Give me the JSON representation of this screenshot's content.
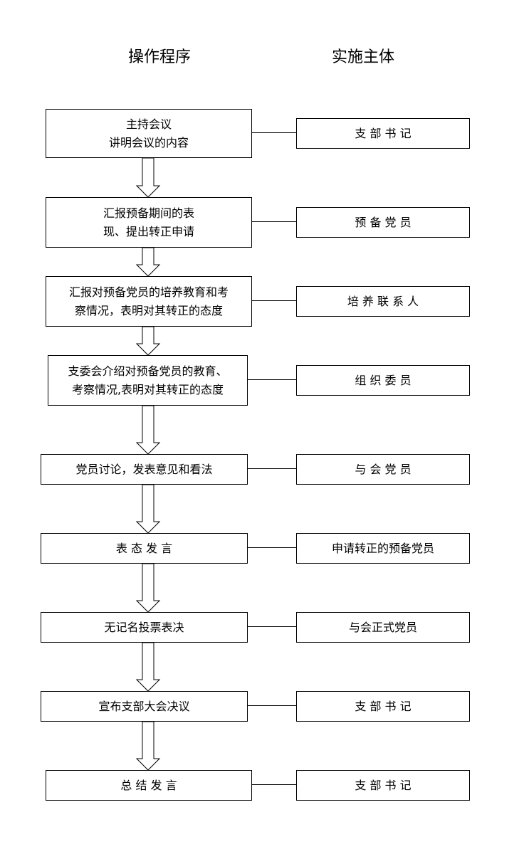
{
  "headings": {
    "procedure": "操作程序",
    "executor": "实施主体"
  },
  "steps": [
    {
      "lines": [
        "主持会议",
        "讲明会议的内容"
      ],
      "executor": "支 部 书 记"
    },
    {
      "lines": [
        "汇报预备期间的表",
        "现、提出转正申请"
      ],
      "executor": "预 备 党 员"
    },
    {
      "lines": [
        "汇报对预备党员的培养教育和考",
        "察情况，表明对其转正的态度"
      ],
      "executor": "培 养 联 系 人"
    },
    {
      "lines": [
        "支委会介绍对预备党员的教育、",
        "考察情况,表明对其转正的态度"
      ],
      "executor": "组 织 委 员"
    },
    {
      "lines": [
        "党员讨论，发表意见和看法"
      ],
      "executor": "与 会 党 员"
    },
    {
      "lines": [
        "表 态 发 言"
      ],
      "executor": "申请转正的预备党员"
    },
    {
      "lines": [
        "无记名投票表决"
      ],
      "executor": "与会正式党员"
    },
    {
      "lines": [
        "宣布支部大会决议"
      ],
      "executor": "支 部 书 记"
    },
    {
      "lines": [
        "总 结 发 言"
      ],
      "executor": "支 部 书 记"
    }
  ]
}
